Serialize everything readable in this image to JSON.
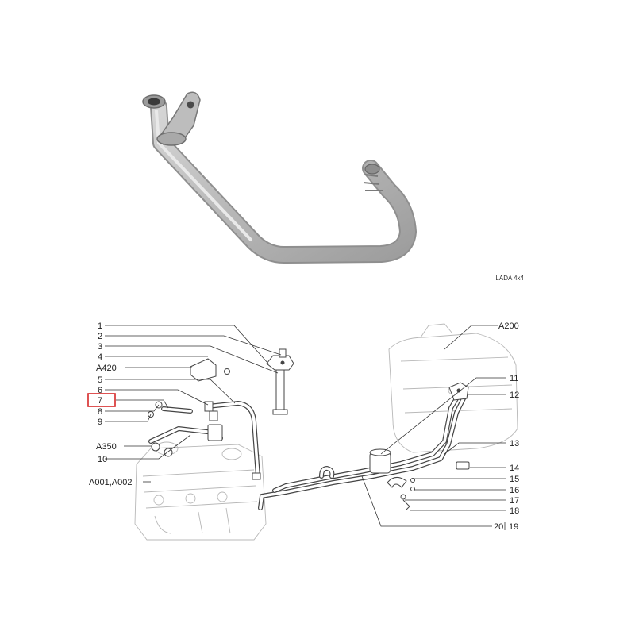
{
  "photo": {
    "caption": "LADA 4x4"
  },
  "diagram": {
    "highlight_color": "#d62828",
    "callouts": [
      {
        "id": "c1",
        "text": "1"
      },
      {
        "id": "c2",
        "text": "2"
      },
      {
        "id": "c3",
        "text": "3"
      },
      {
        "id": "c4",
        "text": "4"
      },
      {
        "id": "cA420",
        "text": "A420"
      },
      {
        "id": "c5",
        "text": "5"
      },
      {
        "id": "c6",
        "text": "6"
      },
      {
        "id": "c7",
        "text": "7",
        "highlighted": true
      },
      {
        "id": "c8",
        "text": "8"
      },
      {
        "id": "c9",
        "text": "9"
      },
      {
        "id": "cA350",
        "text": "A350"
      },
      {
        "id": "c10",
        "text": "10"
      },
      {
        "id": "cA001",
        "text": "A001,A002"
      },
      {
        "id": "cA200",
        "text": "A200"
      },
      {
        "id": "c11",
        "text": "11"
      },
      {
        "id": "c12",
        "text": "12"
      },
      {
        "id": "c13",
        "text": "13"
      },
      {
        "id": "c14",
        "text": "14"
      },
      {
        "id": "c15",
        "text": "15"
      },
      {
        "id": "c16",
        "text": "16"
      },
      {
        "id": "c17",
        "text": "17"
      },
      {
        "id": "c18",
        "text": "18"
      },
      {
        "id": "c20",
        "text": "20"
      },
      {
        "id": "c19",
        "text": "19"
      }
    ]
  }
}
